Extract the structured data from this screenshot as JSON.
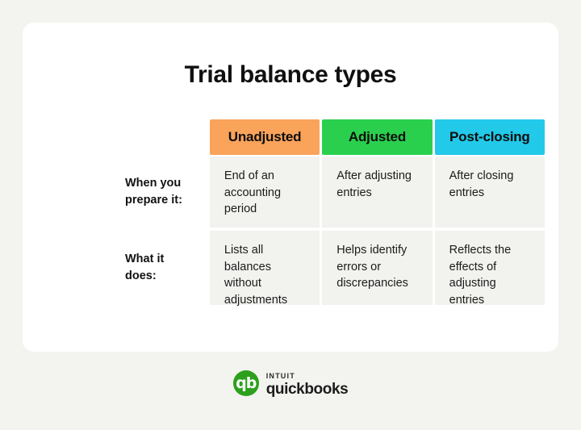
{
  "page": {
    "title": "Trial balance types",
    "background_color": "#f3f3ef",
    "card_color": "#ffffff"
  },
  "table": {
    "columns": [
      {
        "label": "Unadjusted",
        "color": "#f9a35b"
      },
      {
        "label": "Adjusted",
        "color": "#2ad04d"
      },
      {
        "label": "Post-closing",
        "color": "#22c9e9"
      }
    ],
    "rows": [
      {
        "label": "When you prepare it:",
        "cells": [
          "End of an accounting period",
          "After adjusting entries",
          "After closing entries"
        ]
      },
      {
        "label": "What it does:",
        "cells": [
          "Lists all balances without adjustments",
          "Helps identify errors or discrepancies",
          "Reflects the effects of adjusting entries"
        ]
      }
    ]
  },
  "logo": {
    "mark_text": "qb",
    "brand_top": "intuit",
    "brand_bottom": "quickbooks",
    "mark_color": "#2ca01c"
  }
}
